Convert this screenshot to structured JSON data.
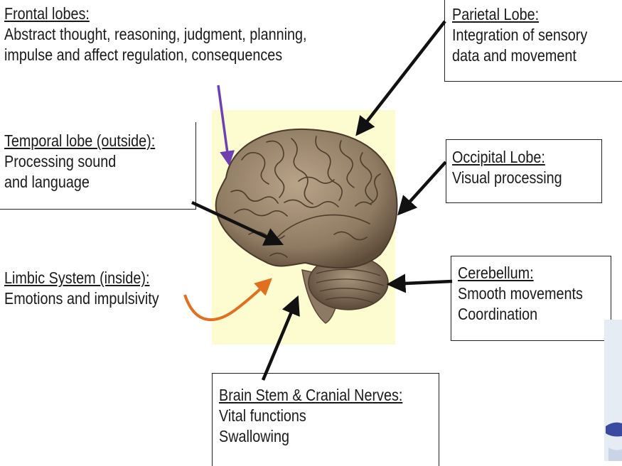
{
  "labels": {
    "frontal": {
      "heading": "Frontal lobes:",
      "lines": [
        "Abstract thought, reasoning, judgment, planning,",
        "impulse and affect regulation, consequences"
      ]
    },
    "parietal": {
      "heading": "Parietal Lobe:",
      "lines": [
        "Integration of sensory",
        "data and movement"
      ]
    },
    "temporal": {
      "heading": "Temporal lobe (outside):",
      "lines": [
        "Processing sound",
        "and language"
      ]
    },
    "occipital": {
      "heading": "Occipital Lobe:",
      "lines": [
        "Visual processing"
      ]
    },
    "limbic": {
      "heading": "Limbic System (inside):",
      "lines": [
        "Emotions and impulsivity"
      ]
    },
    "cerebellum": {
      "heading": "Cerebellum:",
      "lines": [
        "Smooth movements",
        "Coordination"
      ]
    },
    "brainstem": {
      "heading": "Brain Stem & Cranial Nerves:",
      "lines": [
        "Vital functions",
        "Swallowing"
      ]
    }
  },
  "colors": {
    "frontal_arrow": "#7040b0",
    "limbic_arrow": "#e07020",
    "default_arrow": "#111111",
    "brain_background": "#fdfbd0",
    "brain_tissue": "#a08a72"
  }
}
